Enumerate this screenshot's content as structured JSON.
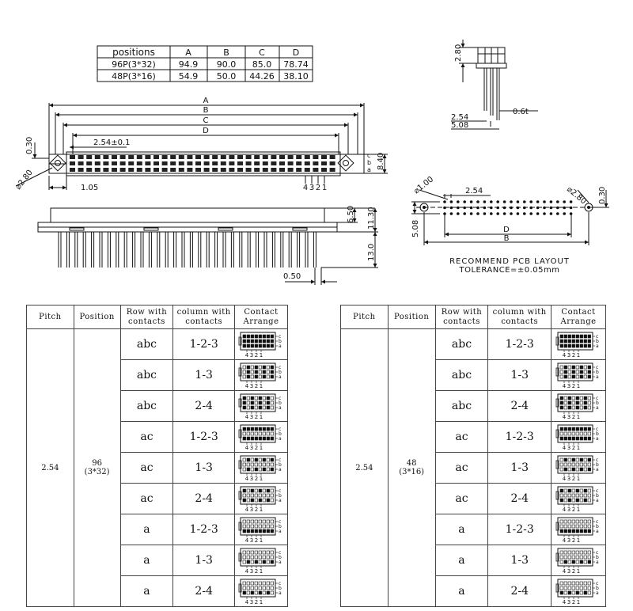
{
  "dim_table": {
    "headers": [
      "positions",
      "A",
      "B",
      "C",
      "D"
    ],
    "rows": [
      [
        "96P(3*32)",
        "94.9",
        "90.0",
        "85.0",
        "78.74"
      ],
      [
        "48P(3*16)",
        "54.9",
        "50.0",
        "44.26",
        "38.10"
      ]
    ]
  },
  "front_view": {
    "labels": {
      "a": "A",
      "b": "B",
      "c": "C",
      "d": "D"
    },
    "pitch": "2.54±0.1",
    "offset": "0.30",
    "hole": "2.80",
    "edge": "1.05",
    "height": "8.40",
    "col_numbers": [
      "4",
      "3",
      "2",
      "1"
    ],
    "row_letters": [
      "a",
      "b",
      "c"
    ]
  },
  "side_view": {
    "dims": [
      "6.50",
      "11.30",
      "13.0",
      "0.50"
    ]
  },
  "profile_view": {
    "dims": [
      "2.80",
      "0.6t",
      "2.54",
      "5.08"
    ]
  },
  "pcb_layout": {
    "hole": "1.00",
    "pitch": "2.54",
    "mount_hole": "2.80",
    "offset": "0.30",
    "row_span": "5.08",
    "label_d": "D",
    "label_b": "B",
    "caption": "RECOMMEND PCB LAYOUT",
    "tolerance": "TOLERANCE=±0.05mm"
  },
  "spec_tables": [
    {
      "headers": [
        "Pitch",
        "Position",
        "Row with\ncontacts",
        "column with\ncontacts",
        "Contact\nArrange"
      ],
      "pitch": "2.54",
      "position": "96",
      "position_sub": "(3*32)",
      "rows": [
        {
          "row": "abc",
          "col": "1-2-3"
        },
        {
          "row": "abc",
          "col": "1-3"
        },
        {
          "row": "abc",
          "col": "2-4"
        },
        {
          "row": "ac",
          "col": "1-2-3"
        },
        {
          "row": "ac",
          "col": "1-3"
        },
        {
          "row": "ac",
          "col": "2-4"
        },
        {
          "row": "a",
          "col": "1-2-3"
        },
        {
          "row": "a",
          "col": "1-3"
        },
        {
          "row": "a",
          "col": "2-4"
        }
      ]
    },
    {
      "headers": [
        "Pitch",
        "Position",
        "Row with\ncontacts",
        "column with\ncontacts",
        "Contact\nArrange"
      ],
      "pitch": "2.54",
      "position": "48",
      "position_sub": "(3*16)",
      "rows": [
        {
          "row": "abc",
          "col": "1-2-3"
        },
        {
          "row": "abc",
          "col": "1-3"
        },
        {
          "row": "abc",
          "col": "2-4"
        },
        {
          "row": "ac",
          "col": "1-2-3"
        },
        {
          "row": "ac",
          "col": "1-3"
        },
        {
          "row": "ac",
          "col": "2-4"
        },
        {
          "row": "a",
          "col": "1-2-3"
        },
        {
          "row": "a",
          "col": "1-3"
        },
        {
          "row": "a",
          "col": "2-4"
        }
      ]
    }
  ],
  "arrange_labels": {
    "rows": [
      "c",
      "b",
      "a"
    ],
    "cols": [
      "4",
      "3",
      "2",
      "1"
    ]
  }
}
